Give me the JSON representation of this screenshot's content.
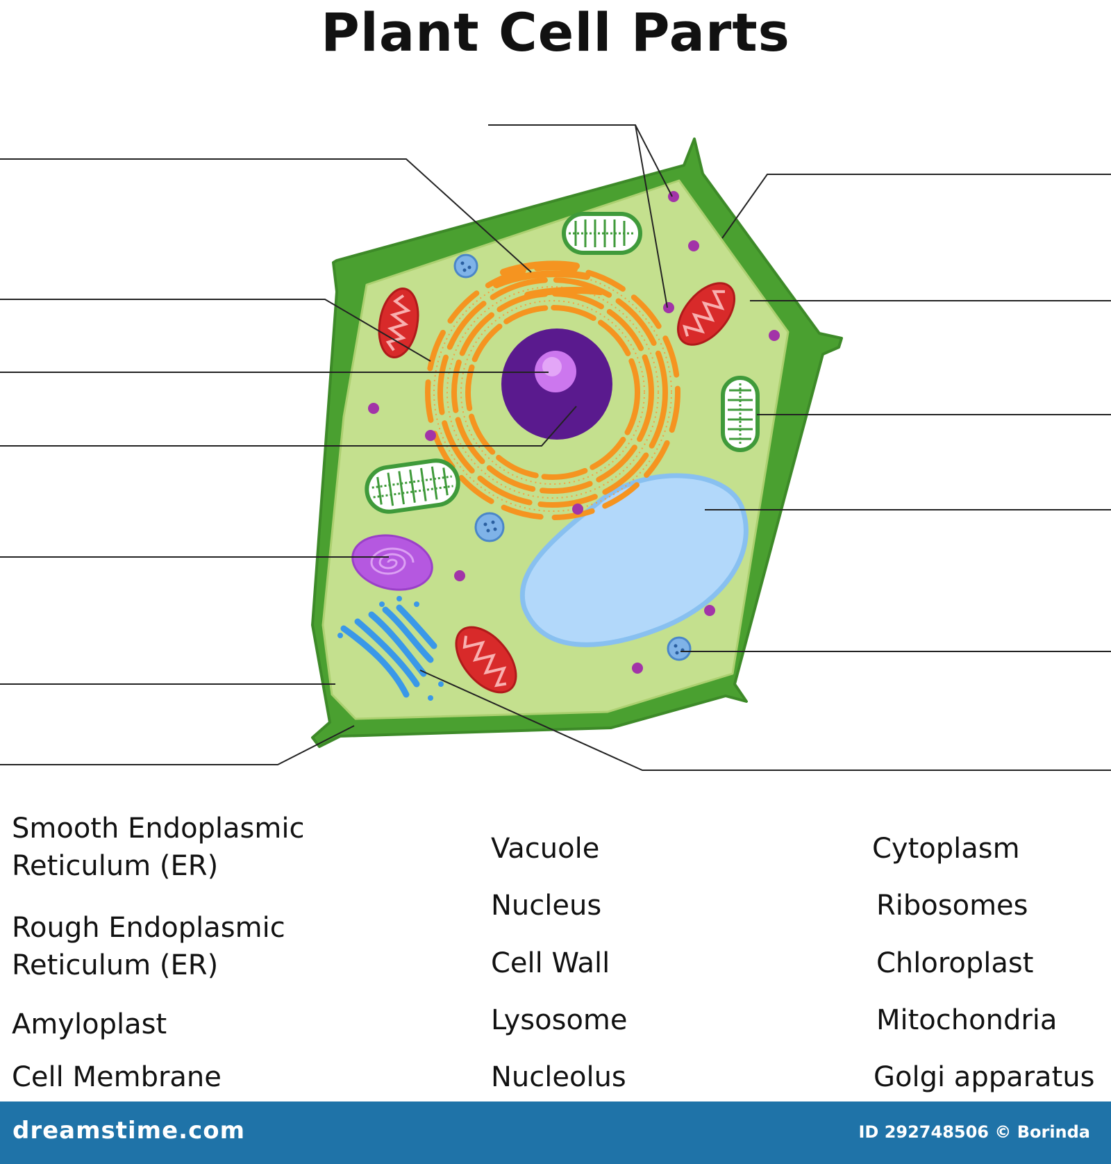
{
  "title": "Plant Cell Parts",
  "word_bank": {
    "col1": [
      "Smooth Endoplasmic Reticulum (ER)",
      "Rough Endoplasmic Reticulum (ER)",
      "Amyloplast",
      "Cell Membrane"
    ],
    "col2": [
      "Vacuole",
      "Nucleus",
      "Cell Wall",
      "Lysosome",
      "Nucleolus"
    ],
    "col3": [
      "Cytoplasm",
      "Ribosomes",
      "Chloroplast",
      "Mitochondria",
      "Golgi apparatus"
    ]
  },
  "footer": {
    "brand": "dreamstime.com",
    "credit": "ID 292748506 © Borinda"
  },
  "colors": {
    "cell_wall": "#4aa030",
    "cytoplasm": "#c4e08e",
    "nucleus": "#5a1a8e",
    "nucleolus": "#cc77ee",
    "rough_er": "#f59420",
    "mitochondria": "#d82a2a",
    "chloroplast": "#3f9a3a",
    "vacuole": "#b2d8fa",
    "golgi": "#3a98e8",
    "amyloplast": "#b558e0",
    "ribosome": "#a234a8",
    "footer": "#1f73a8"
  }
}
